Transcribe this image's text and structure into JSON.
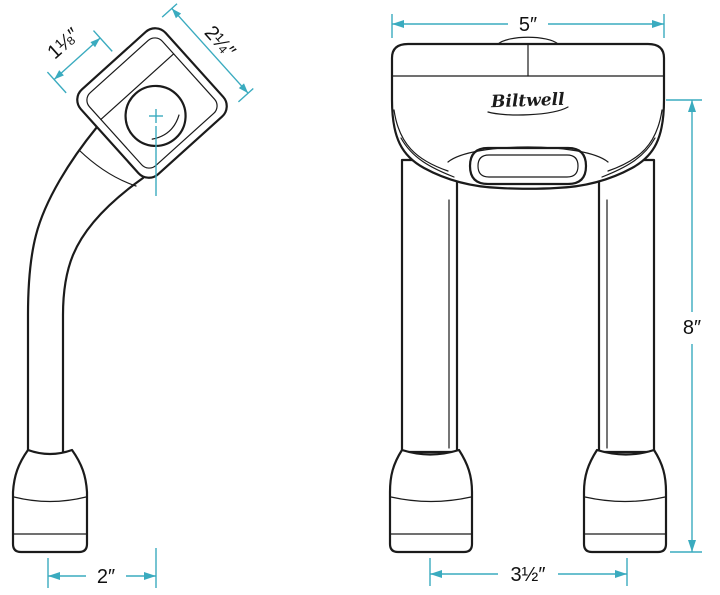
{
  "colors": {
    "line": "#1b1b1b",
    "dimension_line": "#3aabbf",
    "dimension_text": "#111111",
    "background": "#ffffff"
  },
  "side_view": {
    "dim_top_left": "1⅛″",
    "dim_top_right": "2¼″",
    "dim_bottom": "2″"
  },
  "front_view": {
    "logo": "Biltwell",
    "dim_top": "5″",
    "dim_right": "8″",
    "dim_bottom": "3½″"
  }
}
